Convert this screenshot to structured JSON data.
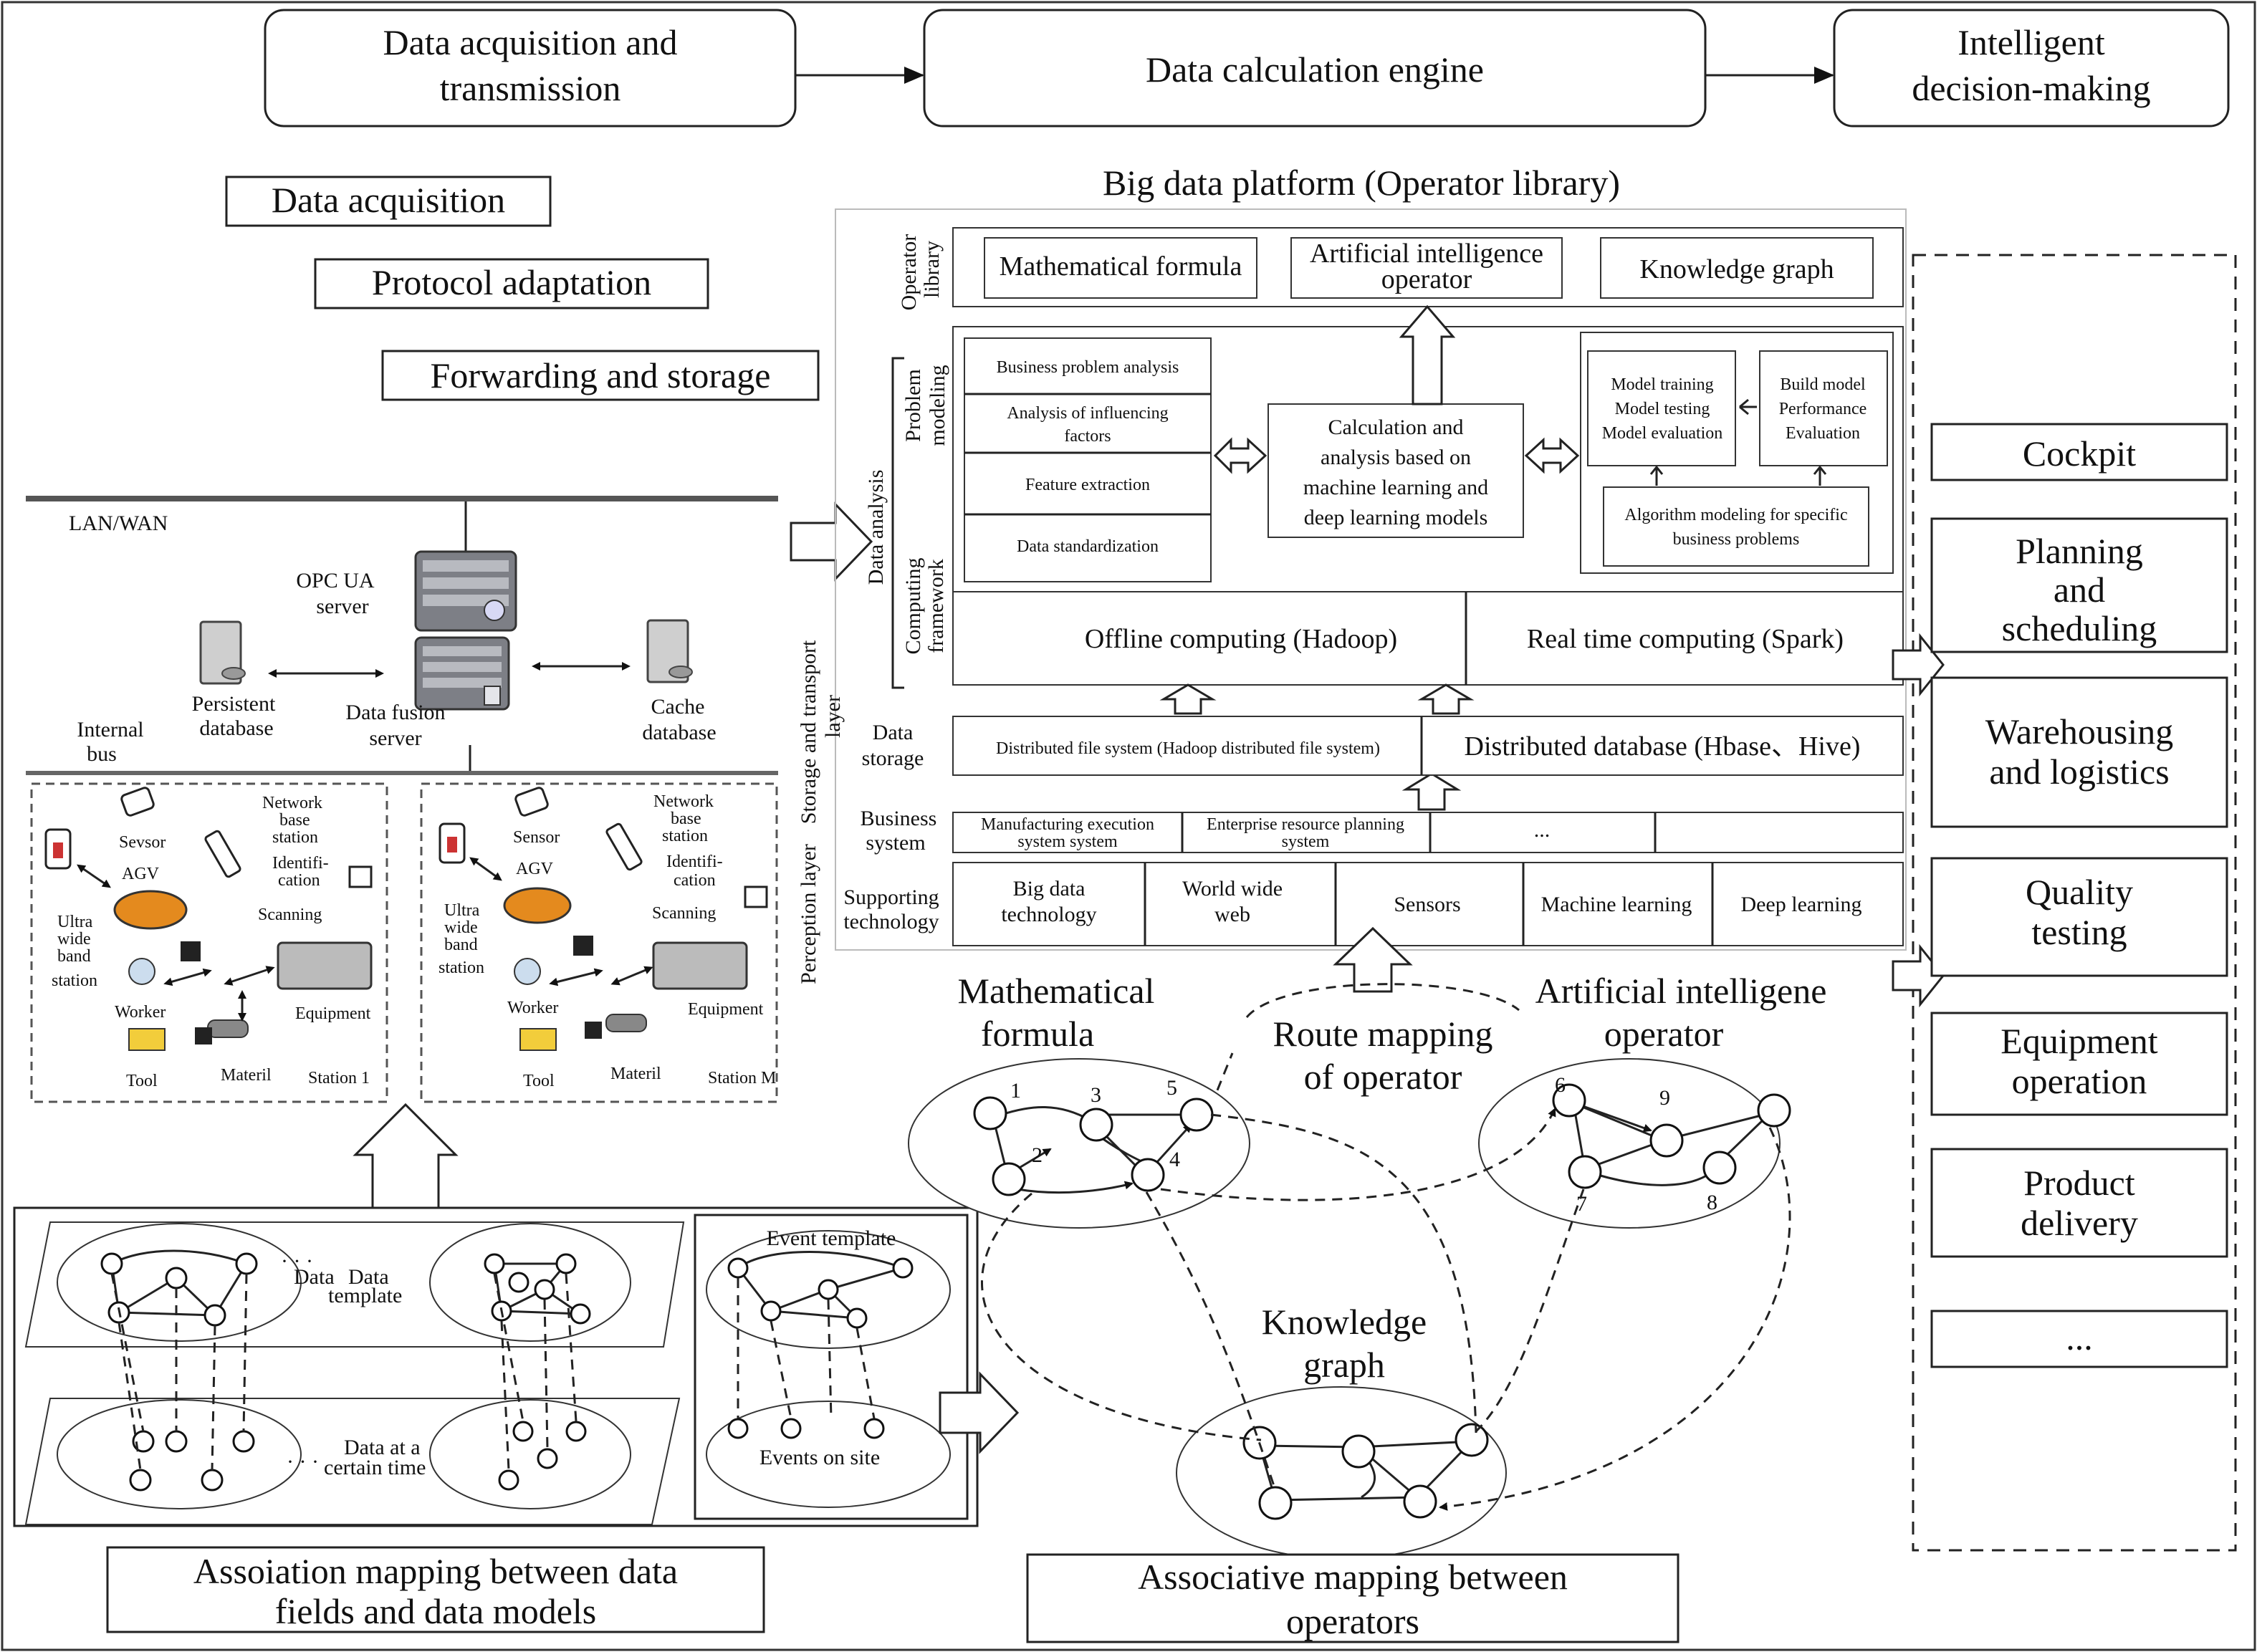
{
  "flow": {
    "step1_line1": "Data acquisition and",
    "step1_line2": "transmission",
    "step2": "Data calculation engine",
    "step3_line1": "Intelligent",
    "step3_line2": "decision-making"
  },
  "left": {
    "data_acquisition": "Data acquisition",
    "protocol_adaptation": "Protocol adaptation",
    "forwarding_storage": "Forwarding and storage",
    "lan_wan": "LAN/WAN",
    "opc_line1": "OPC UA",
    "opc_line2": "server",
    "persistent_line1": "Persistent",
    "persistent_line2": "database",
    "fusion_line1": "Data fusion",
    "fusion_line2": "server",
    "cache_line1": "Cache",
    "cache_line2": "database",
    "internal_bus_line1": "Internal",
    "internal_bus_line2": "bus",
    "station1": {
      "sensor": "Sevsor",
      "agv": "AGV",
      "network_line1": "Network",
      "network_line2": "base",
      "network_line3": "station",
      "ident_line1": "Identifi-",
      "ident_line2": "cation",
      "scanning": "Scanning",
      "uwb_line1": "Ultra",
      "uwb_line2": "wide",
      "uwb_line3": "band",
      "uwb_line4": "station",
      "worker": "Worker",
      "equipment": "Equipment",
      "tool": "Tool",
      "materil": "Materil",
      "station": "Station 1"
    },
    "station2": {
      "sensor": "Sensor",
      "agv": "AGV",
      "network_line1": "Network",
      "network_line2": "base",
      "network_line3": "station",
      "ident_line1": "Identifi-",
      "ident_line2": "cation",
      "scanning": "Scanning",
      "uwb_line1": "Ultra",
      "uwb_line2": "wide",
      "uwb_line3": "band",
      "uwb_line4": "station",
      "worker": "Worker",
      "equipment": "Equipment",
      "tool": "Tool",
      "materil": "Materil",
      "station": "Station M"
    },
    "mapping": {
      "data_template_line1": "Data",
      "data_template_line2": "template",
      "data_time_line1": "Data at a",
      "data_time_line2": "certain time",
      "event_template": "Event template",
      "events_on_site": "Events on site",
      "caption_line1": "Assoiation mapping between data",
      "caption_line2": "fields and data models"
    }
  },
  "platform": {
    "title": "Big data platform (Operator library)",
    "layer_operator_line1": "Operator",
    "layer_operator_line2": "library",
    "op_math": "Mathematical formula",
    "op_ai_line1": "Artificial intelligence",
    "op_ai_line2": "operator",
    "op_kg": "Knowledge graph",
    "layer_problem_line1": "Problem",
    "layer_problem_line2": "modeling",
    "layer_data_analysis": "Data analysis",
    "layer_computing_line1": "Computing",
    "layer_computing_line2": "framework",
    "business_problem": "Business problem analysis",
    "influencing_line1": "Analysis of influencing",
    "influencing_line2": "factors",
    "feature_extraction": "Feature extraction",
    "data_standardization": "Data standardization",
    "calc_line1": "Calculation and",
    "calc_line2": "analysis based on",
    "calc_line3": "machine learning and",
    "calc_line4": "deep learning models",
    "model_training": "Model training",
    "model_testing": "Model testing",
    "model_evaluation": "Model evaluation",
    "build_model": "Build model",
    "performance": "Performance",
    "evaluation": "Evaluation",
    "algo_line1": "Algorithm modeling for specific",
    "algo_line2": "business problems",
    "offline": "Offline computing (Hadoop)",
    "realtime": "Real time computing (Spark)",
    "layer_storage_line1": "Storage and transport",
    "layer_storage_line2": "layer",
    "data_storage_line1": "Data",
    "data_storage_line2": "storage",
    "dfs": "Distributed file system (Hadoop distributed file system)",
    "ddb": "Distributed database (Hbase、Hive)",
    "business_system_line1": "Business",
    "business_system_line2": "system",
    "mes_line1": "Manufacturing execution",
    "mes_line2": "system system",
    "erp_line1": "Enterprise resource planning",
    "erp_line2": "system",
    "ellipsis": "...",
    "layer_perception": "Perception layer",
    "support_line1": "Supporting",
    "support_line2": "technology",
    "tech_bigdata_line1": "Big data",
    "tech_bigdata_line2": "technology",
    "tech_www_line1": "World wide",
    "tech_www_line2": "web",
    "tech_sensors": "Sensors",
    "tech_ml": "Machine learning",
    "tech_dl": "Deep learning"
  },
  "operators": {
    "math_line1": "Mathematical",
    "math_line2": "formula",
    "route_line1": "Route mapping",
    "route_line2": "of operator",
    "ai_line1": "Artificial intelligene",
    "ai_line2": "operator",
    "kg_line1": "Knowledge",
    "kg_line2": "graph",
    "node1": "1",
    "node2": "2",
    "node3": "3",
    "node4": "4",
    "node5": "5",
    "node6": "6",
    "node7": "7",
    "node8": "8",
    "node9": "9",
    "caption_line1": "Associative mapping between",
    "caption_line2": "operators"
  },
  "decisions": {
    "cockpit": "Cockpit",
    "planning_line1": "Planning",
    "planning_line2": "and",
    "planning_line3": "scheduling",
    "warehousing_line1": "Warehousing",
    "warehousing_line2": "and logistics",
    "quality_line1": "Quality",
    "quality_line2": "testing",
    "equipment_line1": "Equipment",
    "equipment_line2": "operation",
    "delivery_line1": "Product",
    "delivery_line2": "delivery",
    "more": "..."
  }
}
